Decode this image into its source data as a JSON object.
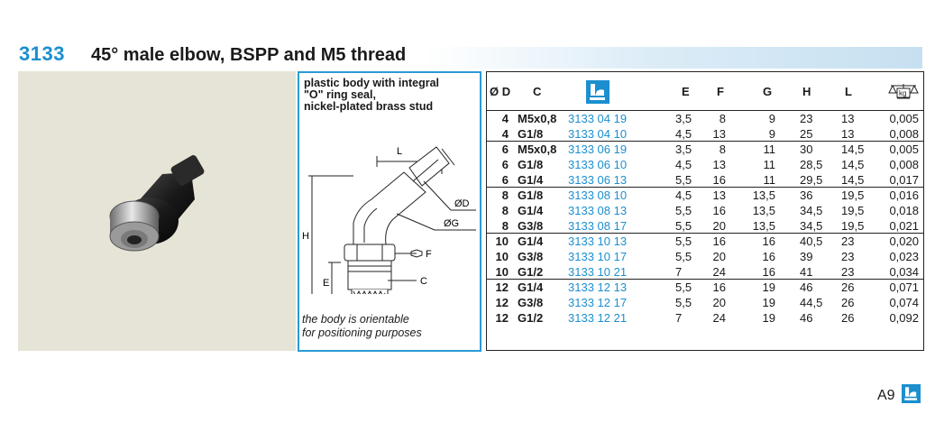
{
  "header": {
    "code": "3133",
    "title": "45° male elbow, BSPP and M5 thread"
  },
  "description": {
    "features": [
      "plastic body with integral",
      "\"O\" ring seal,",
      "nickel-plated brass stud"
    ],
    "note": [
      "the body is orientable",
      "for positioning purposes"
    ],
    "drawing_labels": {
      "L": "L",
      "D": "ØD",
      "G": "ØG",
      "H": "H",
      "F": "F",
      "E": "E",
      "C": "C"
    }
  },
  "table": {
    "headers": [
      "Ø D",
      "C",
      "E",
      "F",
      "G",
      "H",
      "L"
    ],
    "groups": [
      [
        [
          "4",
          "M5x0,8",
          "3133 04 19",
          "3,5",
          "8",
          "9",
          "23",
          "13",
          "0,005"
        ],
        [
          "4",
          "G1/8",
          "3133 04 10",
          "4,5",
          "13",
          "9",
          "25",
          "13",
          "0,008"
        ]
      ],
      [
        [
          "6",
          "M5x0,8",
          "3133 06 19",
          "3,5",
          "8",
          "11",
          "30",
          "14,5",
          "0,005"
        ],
        [
          "6",
          "G1/8",
          "3133 06 10",
          "4,5",
          "13",
          "11",
          "28,5",
          "14,5",
          "0,008"
        ],
        [
          "6",
          "G1/4",
          "3133 06 13",
          "5,5",
          "16",
          "11",
          "29,5",
          "14,5",
          "0,017"
        ]
      ],
      [
        [
          "8",
          "G1/8",
          "3133 08 10",
          "4,5",
          "13",
          "13,5",
          "36",
          "19,5",
          "0,016"
        ],
        [
          "8",
          "G1/4",
          "3133 08 13",
          "5,5",
          "16",
          "13,5",
          "34,5",
          "19,5",
          "0,018"
        ],
        [
          "8",
          "G3/8",
          "3133 08 17",
          "5,5",
          "20",
          "13,5",
          "34,5",
          "19,5",
          "0,021"
        ]
      ],
      [
        [
          "10",
          "G1/4",
          "3133 10 13",
          "5,5",
          "16",
          "16",
          "40,5",
          "23",
          "0,020"
        ],
        [
          "10",
          "G3/8",
          "3133 10 17",
          "5,5",
          "20",
          "16",
          "39",
          "23",
          "0,023"
        ],
        [
          "10",
          "G1/2",
          "3133 10 21",
          "7",
          "24",
          "16",
          "41",
          "23",
          "0,034"
        ]
      ],
      [
        [
          "12",
          "G1/4",
          "3133 12 13",
          "5,5",
          "16",
          "19",
          "46",
          "26",
          "0,071"
        ],
        [
          "12",
          "G3/8",
          "3133 12 17",
          "5,5",
          "20",
          "19",
          "44,5",
          "26",
          "0,074"
        ],
        [
          "12",
          "G1/2",
          "3133 12 21",
          "7",
          "24",
          "19",
          "46",
          "26",
          "0,092"
        ]
      ]
    ],
    "weight_icon_label": "kg"
  },
  "footer": {
    "page": "A9"
  },
  "colors": {
    "accent": "#1b8fcf",
    "photo_bg": "#e6e4d6",
    "box_border": "#2a9ad6"
  }
}
